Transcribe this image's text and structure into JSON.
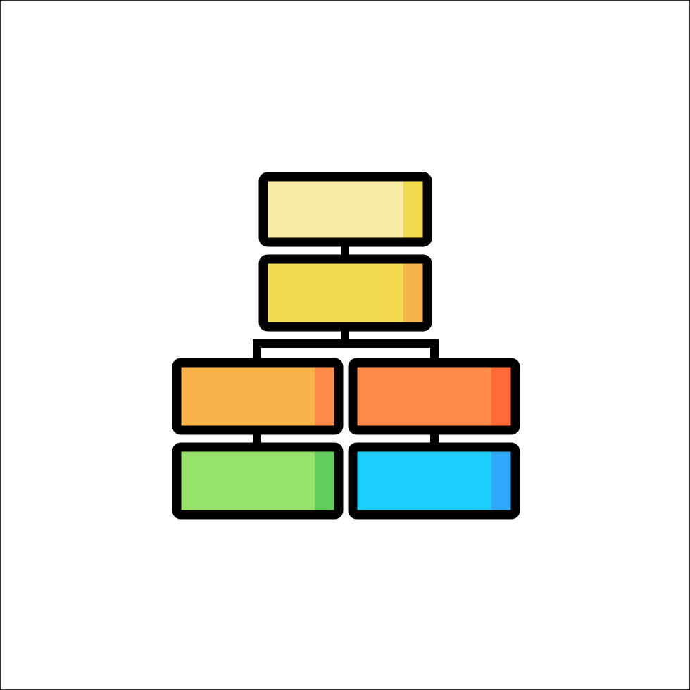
{
  "icon": {
    "name": "hierarchy-structure-icon",
    "outline_color": "#000000",
    "blocks": [
      {
        "name": "top-block",
        "fill": "#F8EBA5",
        "accent": "#F2DA4F"
      },
      {
        "name": "second-block",
        "fill": "#F2DA4F",
        "accent": "#F9B34D"
      },
      {
        "name": "left-middle-block",
        "fill": "#F9B34D",
        "accent": "#FE8A48"
      },
      {
        "name": "right-middle-block",
        "fill": "#FE8A48",
        "accent": "#FF6A38"
      },
      {
        "name": "left-bottom-block",
        "fill": "#97E26A",
        "accent": "#62CE5A"
      },
      {
        "name": "right-bottom-block",
        "fill": "#19D0FC",
        "accent": "#2FA9FC"
      }
    ]
  }
}
